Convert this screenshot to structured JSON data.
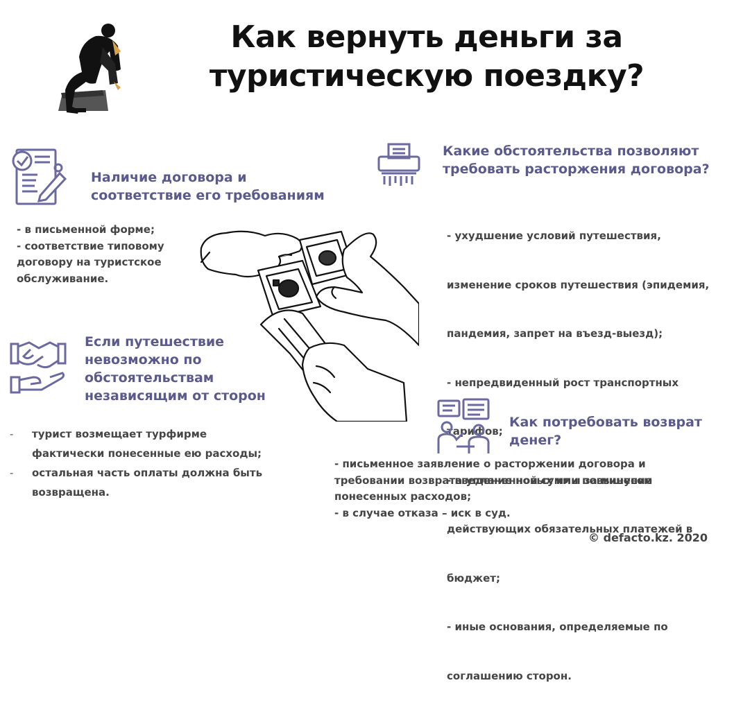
{
  "title": {
    "line1": "Как вернуть деньги за",
    "line2": "туристическую поездку?"
  },
  "sections": {
    "contract": {
      "heading": [
        "Наличие договора и",
        "соответствие его требованиям"
      ],
      "lines": [
        "- в письменной  форме;",
        "- соответствие типовому",
        "договору на туристское",
        "обслуживание."
      ]
    },
    "circumstances": {
      "heading": [
        "Какие обстоятельства  позволяют",
        "требовать расторжения договора?"
      ],
      "lines": [
        " - ухудшение  условий  путешествия,",
        "изменение сроков путешествия  (эпидемия,",
        "пандемия, запрет на въезд-выезд);",
        " - непредвиденный  рост транспортных",
        "тарифов;",
        "- введение  новых или повышение",
        "действующих  обязательных платежей в",
        "бюджет;",
        "- иные  основания,  определяемые по",
        "соглашению  сторон."
      ]
    },
    "impossible": {
      "heading": [
        "Если путешествие",
        "невозможно  по",
        "обстоятельствам",
        "независящим от сторон"
      ],
      "items": [
        {
          "dash": "-",
          "lines": [
            "турист возмещает турфирме",
            "фактически  понесенные ею расходы;"
          ]
        },
        {
          "dash": "-",
          "lines": [
            "остальная часть оплаты должна быть",
            "возвращена."
          ]
        }
      ]
    },
    "refund": {
      "heading": [
        "Как потребовать возврат",
        "денег?"
      ],
      "lines": [
        "- письменное  заявление  о расторжении договора и",
        "требовании  возврата  уплаченной суммы за минусом",
        "понесенных расходов;",
        "- в случае  отказа – иск в суд."
      ]
    }
  },
  "footer": "© defacto.kz. 2020",
  "colors": {
    "accent": "#5a5a8c",
    "text": "#454545",
    "title": "#111111"
  },
  "icons": [
    "thinker-figure-icon",
    "contract-document-icon",
    "shredder-icon",
    "handshake-icon",
    "meeting-icon",
    "money-exchange-illustration"
  ]
}
